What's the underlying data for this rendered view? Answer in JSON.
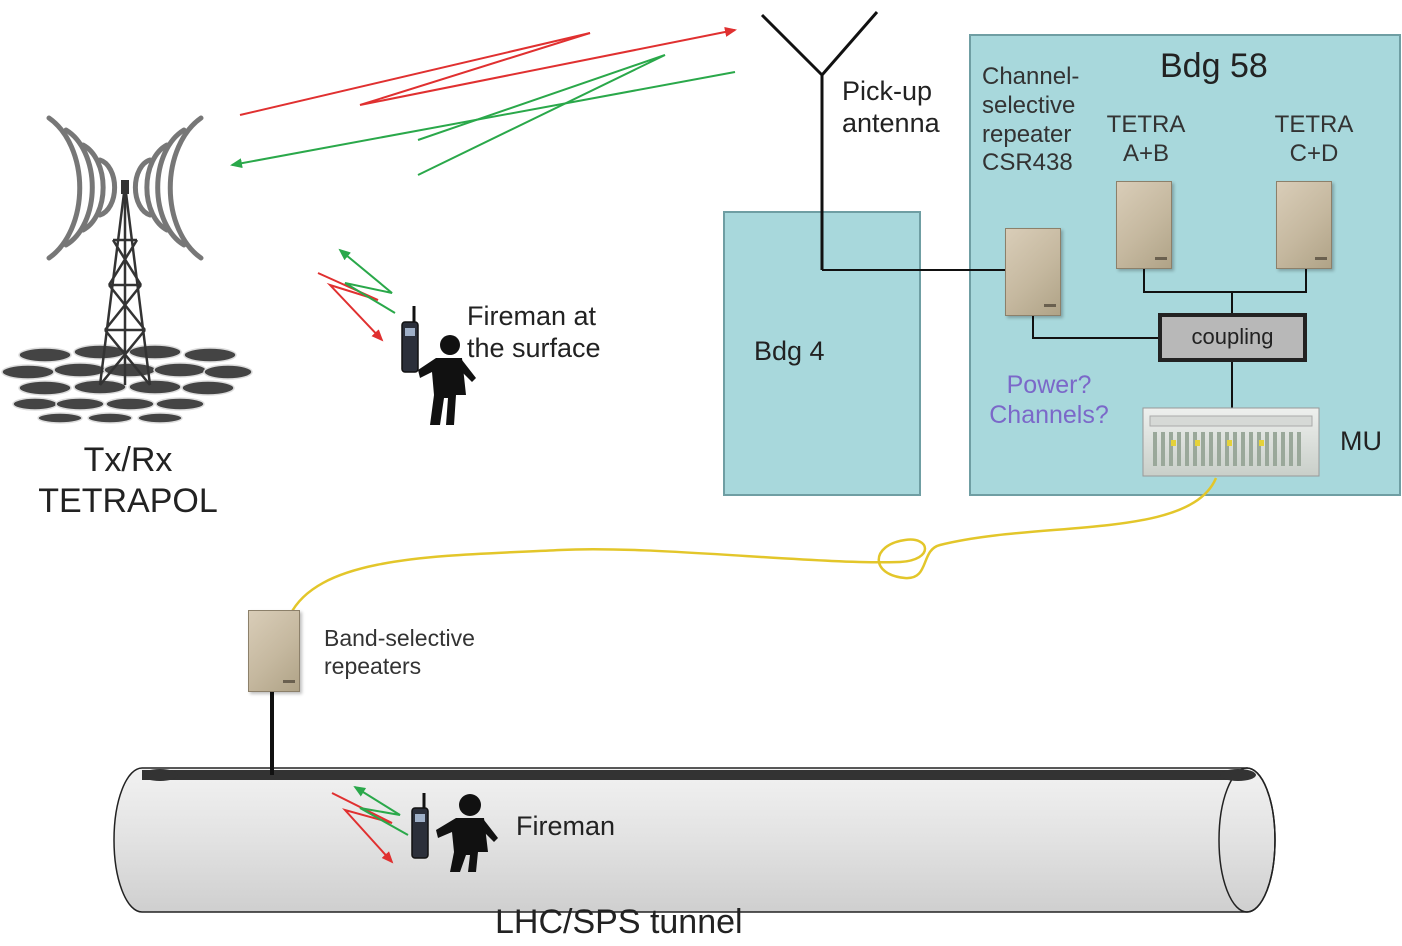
{
  "labels": {
    "txrx_line1": "Tx/Rx",
    "txrx_line2": "TETRAPOL",
    "fireman_surface_line1": "Fireman at",
    "fireman_surface_line2": "the surface",
    "pickup_line1": "Pick-up",
    "pickup_line2": "antenna",
    "bdg4": "Bdg 4",
    "bdg58": "Bdg 58",
    "csr_line1": "Channel-",
    "csr_line2": "selective",
    "csr_line3": "repeater",
    "csr_line4": "CSR438",
    "tetra_ab_line1": "TETRA",
    "tetra_ab_line2": "A+B",
    "tetra_cd_line1": "TETRA",
    "tetra_cd_line2": "C+D",
    "coupling": "coupling",
    "power_line1": "Power?",
    "power_line2": "Channels?",
    "mu": "MU",
    "band_line1": "Band-selective",
    "band_line2": "repeaters",
    "fireman_tunnel": "Fireman",
    "tunnel": "LHC/SPS tunnel"
  },
  "colors": {
    "building_fill": "#a8d8dc",
    "building_stroke": "#6f9ea3",
    "downlink_arrow": "#e03030",
    "uplink_arrow": "#2aa84a",
    "leaky_cable": "#e3c62a",
    "tunnel_fill": "#dedede",
    "purple_text": "#7b68c9"
  },
  "icons": [
    "tetrapol-tower-icon",
    "fireman-icon",
    "handheld-radio-icon",
    "repeater-icon",
    "master-unit-icon",
    "antenna-icon"
  ]
}
